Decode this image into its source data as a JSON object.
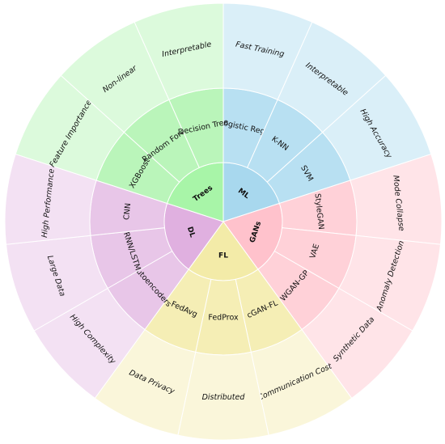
{
  "chart_data": {
    "type": "sunburst",
    "groups": [
      {
        "name": "ML",
        "color": "#a8d8ee",
        "mid_color": "#b8e0f2",
        "outer_color": "#daeff8",
        "children": [
          {
            "name": "Logistic Reg.",
            "leaf": "Fast Training"
          },
          {
            "name": "K-NN",
            "leaf": "Interpretable"
          },
          {
            "name": "SVM",
            "leaf": "High Accuracy"
          }
        ]
      },
      {
        "name": "GANs",
        "color": "#ffc2cc",
        "mid_color": "#ffd1d8",
        "outer_color": "#ffe4e8",
        "children": [
          {
            "name": "StyleGAN",
            "leaf": "Mode Collapse"
          },
          {
            "name": "VAE",
            "leaf": "Anomaly Detection"
          },
          {
            "name": "WGAN-GP",
            "leaf": "Synthetic Data"
          }
        ]
      },
      {
        "name": "FL",
        "color": "#f3eba8",
        "mid_color": "#f5eeb5",
        "outer_color": "#faf6da",
        "children": [
          {
            "name": "cGAN-FL",
            "leaf": "Communication Cost"
          },
          {
            "name": "FedProx",
            "leaf": "Distributed"
          },
          {
            "name": "FedAvg",
            "leaf": "Data Privacy"
          }
        ]
      },
      {
        "name": "DL",
        "color": "#e0b0e0",
        "mid_color": "#e8c6e8",
        "outer_color": "#f3e1f3",
        "children": [
          {
            "name": "Autoencoders",
            "leaf": "High Complexity"
          },
          {
            "name": "RNN/LSTM",
            "leaf": "Large Data"
          },
          {
            "name": "CNN",
            "leaf": "High Performance"
          }
        ]
      },
      {
        "name": "Trees",
        "color": "#a8f5a8",
        "mid_color": "#baf5ba",
        "outer_color": "#dcfadc",
        "children": [
          {
            "name": "XGBoost",
            "leaf": "Feature Importance"
          },
          {
            "name": "Random Forest",
            "leaf": "Non-linear"
          },
          {
            "name": "Decision Tree",
            "leaf": "Interpretable"
          }
        ]
      }
    ]
  }
}
